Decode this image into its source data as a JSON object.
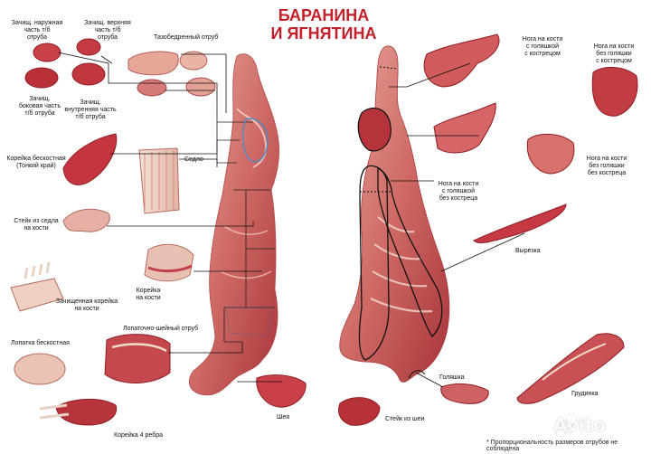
{
  "title": [
    "БАРАНИНА",
    "И ЯГНЯТИНА"
  ],
  "labels": {
    "zachish_naruzh": [
      "Зачищ. наружная",
      "часть т/б",
      "отруба"
    ],
    "zachish_verh": [
      "Зачищ. верхняя",
      "часть т/б",
      "отруба"
    ],
    "tazobedr": "Тазобедренный отруб",
    "zachish_bok": [
      "Зачищ.",
      "боковая часть",
      "т/б отруба"
    ],
    "zachish_vnutr": [
      "Зачищ.",
      "внутренняя часть",
      "т/б отруба"
    ],
    "koreyka_besk": [
      "Корейка бескостная",
      "(Тонкий край)"
    ],
    "sedlo": "Седло",
    "steyk_sedla": [
      "Стейк из седла",
      "на кости"
    ],
    "koreyka_kosti": [
      "Корейка",
      "на кости"
    ],
    "zachish_koreyka": [
      "Зачищенная корейка",
      "на кости"
    ],
    "lopatochno": "Лопаточно-шейный отруб",
    "lopatka": "Лопатка бескостная",
    "koreyka4": "Корейка 4 ребра",
    "sheya": "Шея",
    "steyk_shei": "Стейк из шеи",
    "noga_kostrec": [
      "Нога на кости",
      "с голяшкой",
      "с кострецом"
    ],
    "noga_bez_gol": [
      "Нога на кости",
      "без голяшки",
      "с кострецом"
    ],
    "noga_gol_bez_kos": [
      "Нога на кости",
      "с голяшкой",
      "без кострeца"
    ],
    "noga_bez_both": [
      "Нога на кости",
      "без голяшки",
      "без кострeца"
    ],
    "vyrezka": "Вырезка",
    "golyashka": "Голяшка",
    "grudinka": "Грудинка"
  },
  "footnote": "* Пропорциональность размеров отрубов не соблюдена",
  "watermark": "Avito",
  "colors": {
    "title": "#c3202b",
    "meat": "#c8464a",
    "meat_dark": "#8e1e26",
    "fat": "#f1dccc"
  }
}
